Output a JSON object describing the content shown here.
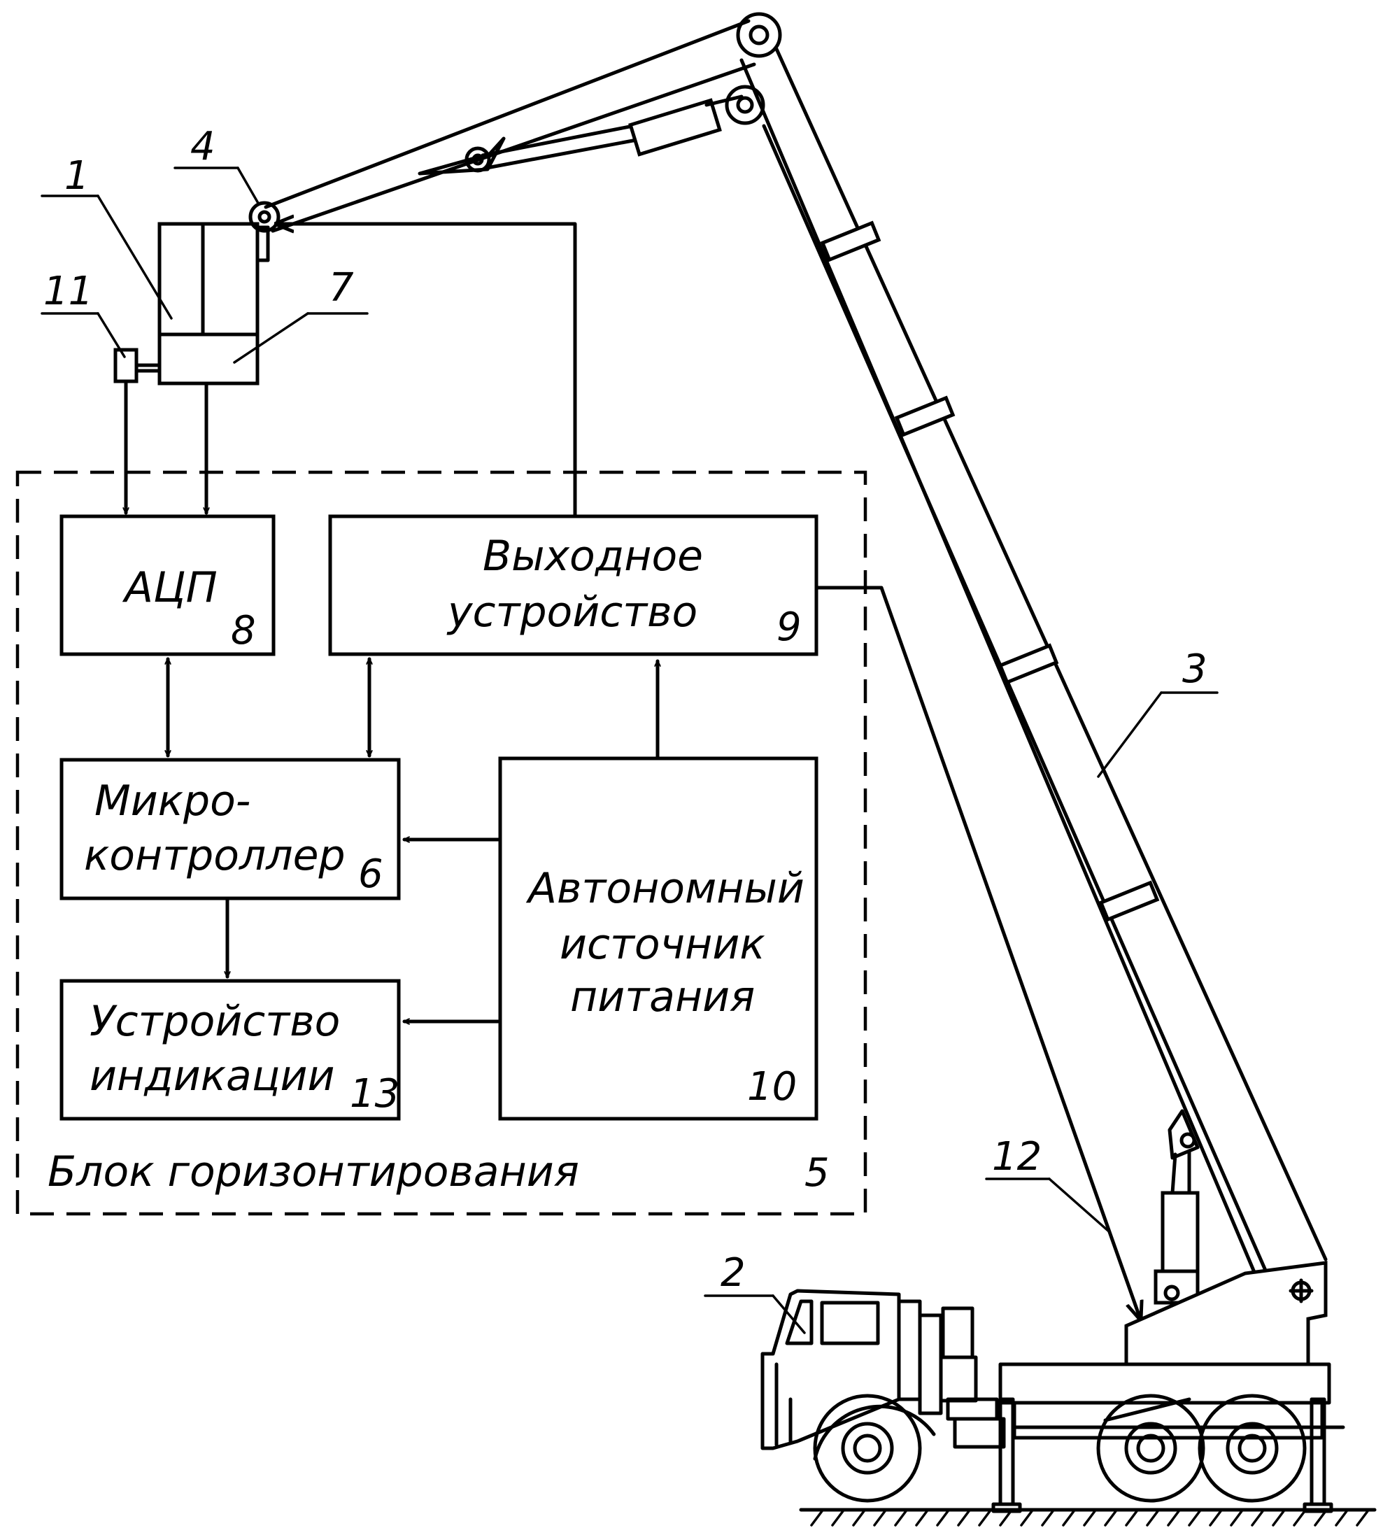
{
  "blocks": {
    "adc": {
      "label": "АЦП",
      "num": "8"
    },
    "output": {
      "line1": "Выходное",
      "line2": "устройство",
      "num": "9"
    },
    "micro": {
      "line1": "Микро-",
      "line2": "контроллер",
      "num": "6"
    },
    "power": {
      "line1": "Автономный",
      "line2": "источник",
      "line3": "питания",
      "num": "10"
    },
    "indicator": {
      "line1": "Устройство",
      "line2": "индикации",
      "num": "13"
    }
  },
  "group": {
    "label": "Блок горизонтирования",
    "num": "5"
  },
  "callouts": {
    "c1": "1",
    "c2": "2",
    "c3": "3",
    "c4": "4",
    "c7": "7",
    "c11": "11",
    "c12": "12"
  }
}
